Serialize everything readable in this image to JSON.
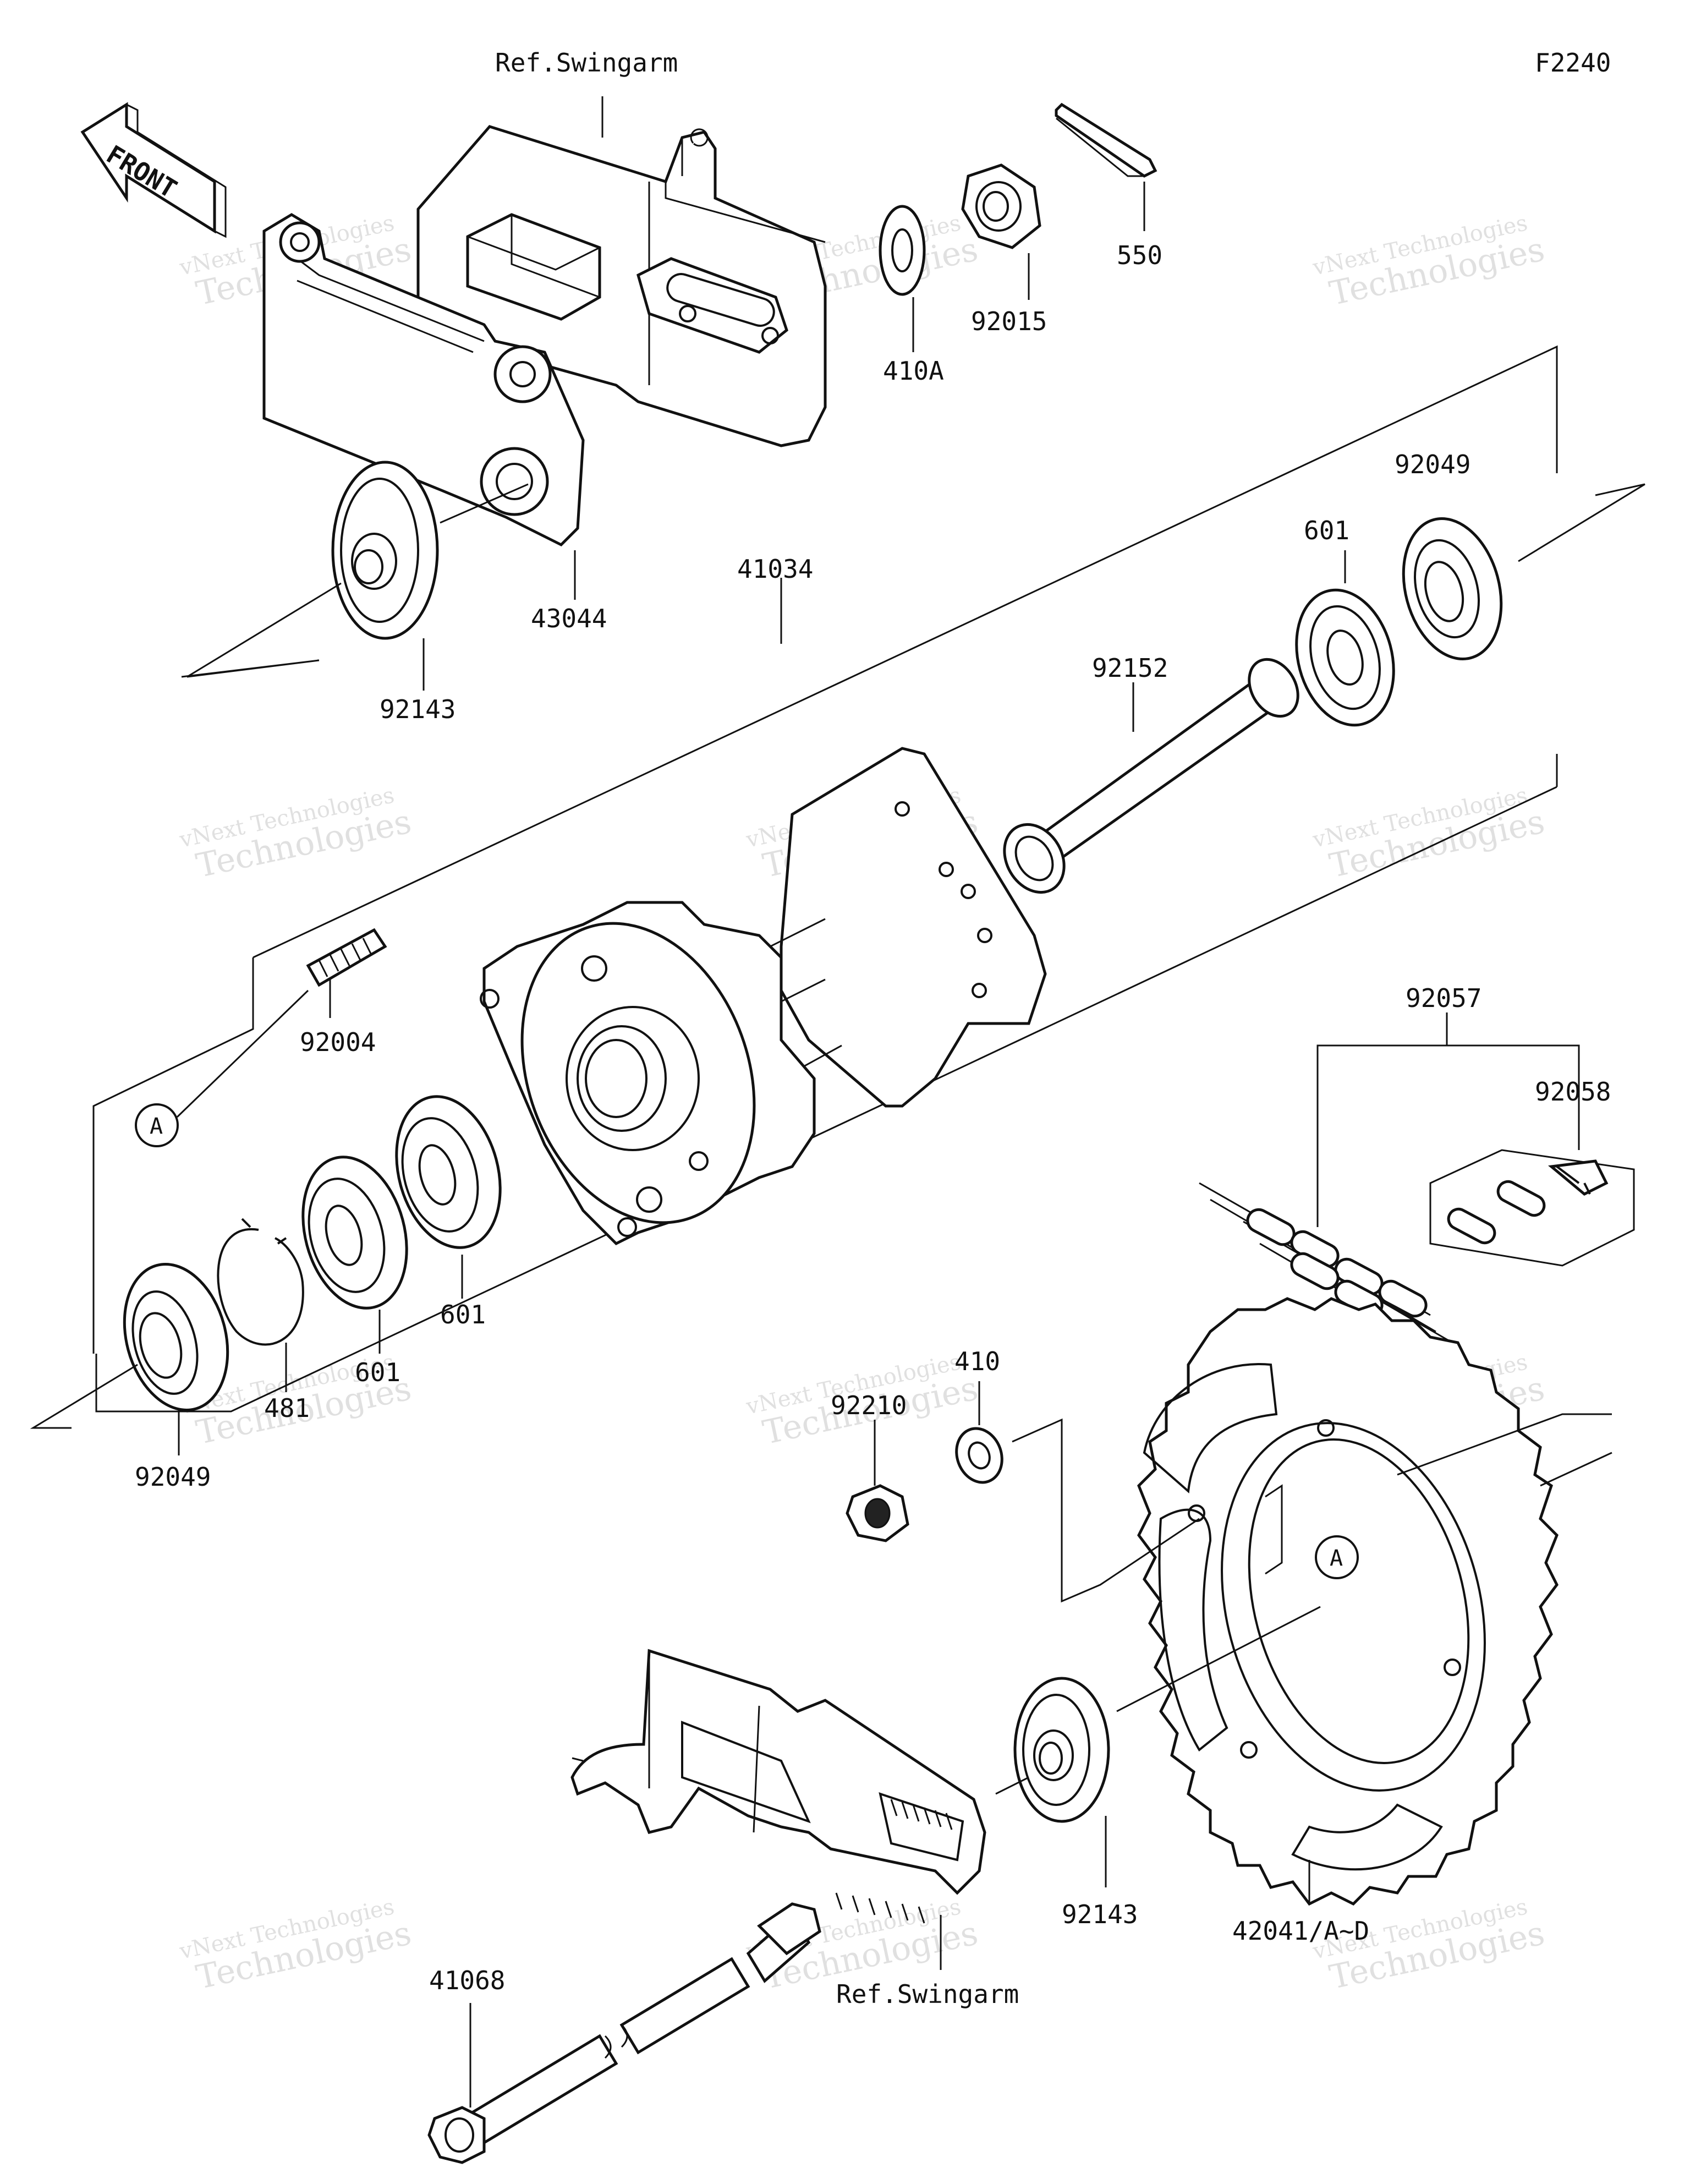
{
  "figure_code": "F2240",
  "front_label": "FRONT",
  "ref_labels": [
    "Ref.Swingarm",
    "Ref.Swingarm"
  ],
  "part_labels": {
    "p550": "550",
    "p92015": "92015",
    "p410A": "410A",
    "p43044": "43044",
    "p92143_top": "92143",
    "p41034": "41034",
    "p92049_right": "92049",
    "p601_right": "601",
    "p92152": "92152",
    "p92004": "92004",
    "p601_a": "601",
    "p601_b": "601",
    "p481": "481",
    "p92049_left": "92049",
    "p92057": "92057",
    "p92058": "92058",
    "p410": "410",
    "p92210": "92210",
    "p42041": "42041/A~D",
    "p92143_bottom": "92143",
    "p41068": "41068"
  },
  "callouts": [
    "A",
    "A"
  ],
  "watermark": {
    "line1": "vNext Technologies",
    "line2": "Technologies",
    "line3": "vNext"
  }
}
